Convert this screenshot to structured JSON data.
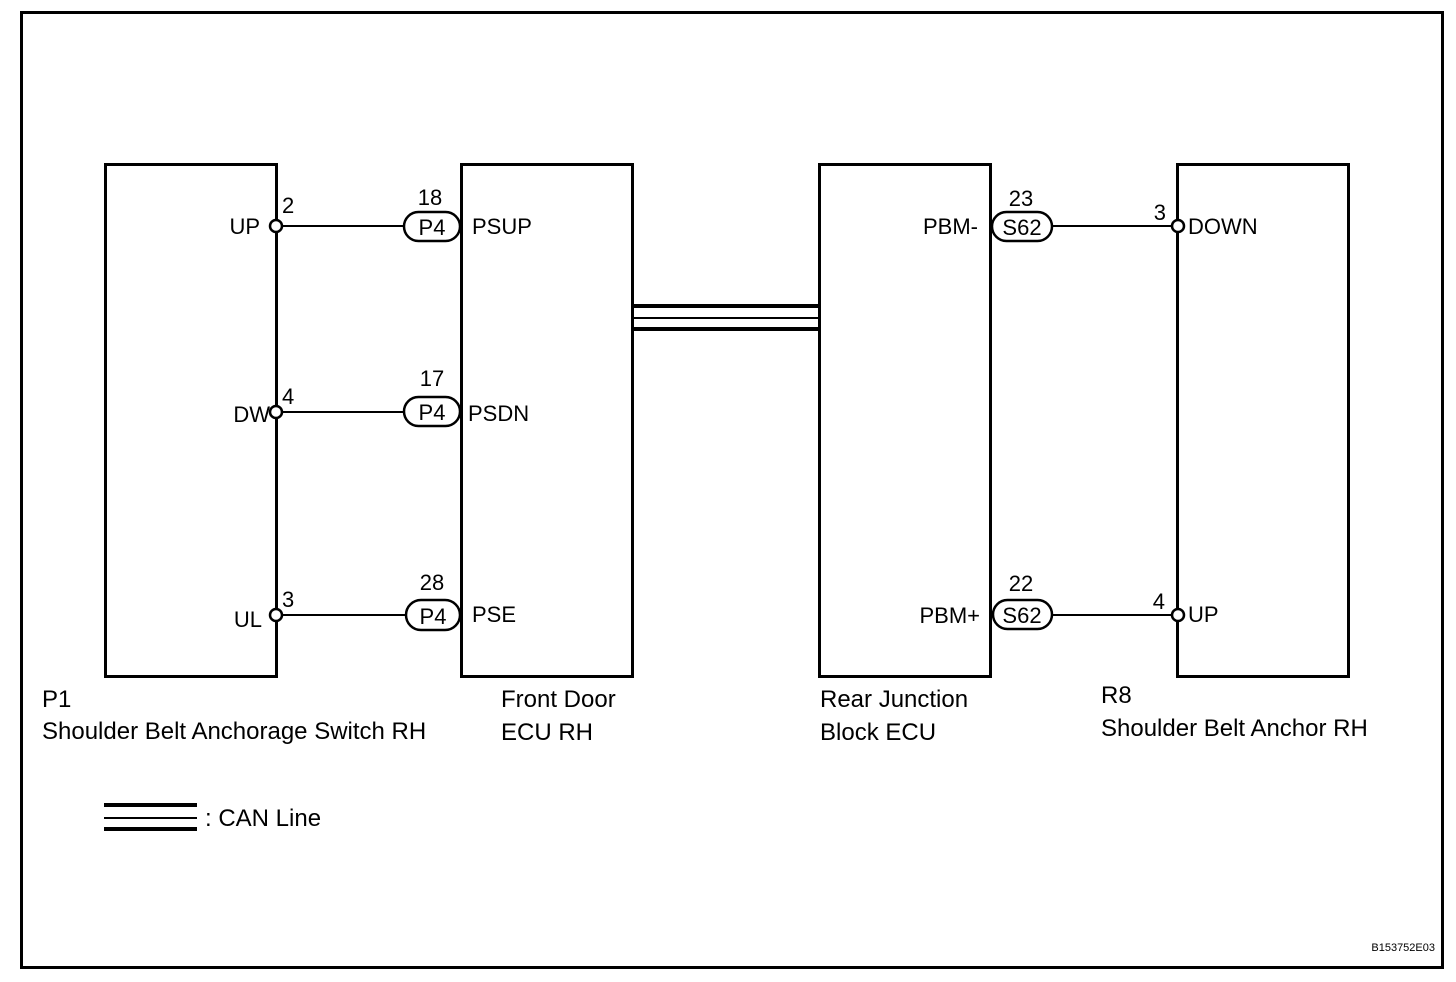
{
  "components": {
    "switch": {
      "code": "P1",
      "name": "Shoulder Belt Anchorage Switch RH"
    },
    "front_ecu": {
      "line1": "Front Door",
      "line2": "ECU RH"
    },
    "rear_jb": {
      "line1": "Rear Junction",
      "line2": "Block ECU"
    },
    "anchor": {
      "code": "R8",
      "name": "Shoulder Belt Anchor RH"
    }
  },
  "left_circuits": [
    {
      "switch_terminal": "UP",
      "switch_pin": "2",
      "connector": "P4",
      "ecu_pin": "18",
      "ecu_terminal": "PSUP"
    },
    {
      "switch_terminal": "DW",
      "switch_pin": "4",
      "connector": "P4",
      "ecu_pin": "17",
      "ecu_terminal": "PSDN"
    },
    {
      "switch_terminal": "UL",
      "switch_pin": "3",
      "connector": "P4",
      "ecu_pin": "28",
      "ecu_terminal": "PSE"
    }
  ],
  "right_circuits": [
    {
      "ecu_terminal": "PBM-",
      "ecu_pin": "23",
      "connector": "S62",
      "anchor_pin": "3",
      "anchor_terminal": "DOWN"
    },
    {
      "ecu_terminal": "PBM+",
      "ecu_pin": "22",
      "connector": "S62",
      "anchor_pin": "4",
      "anchor_terminal": "UP"
    }
  ],
  "legend": {
    "can_line": ": CAN Line"
  },
  "figure_code": "B153752E03"
}
